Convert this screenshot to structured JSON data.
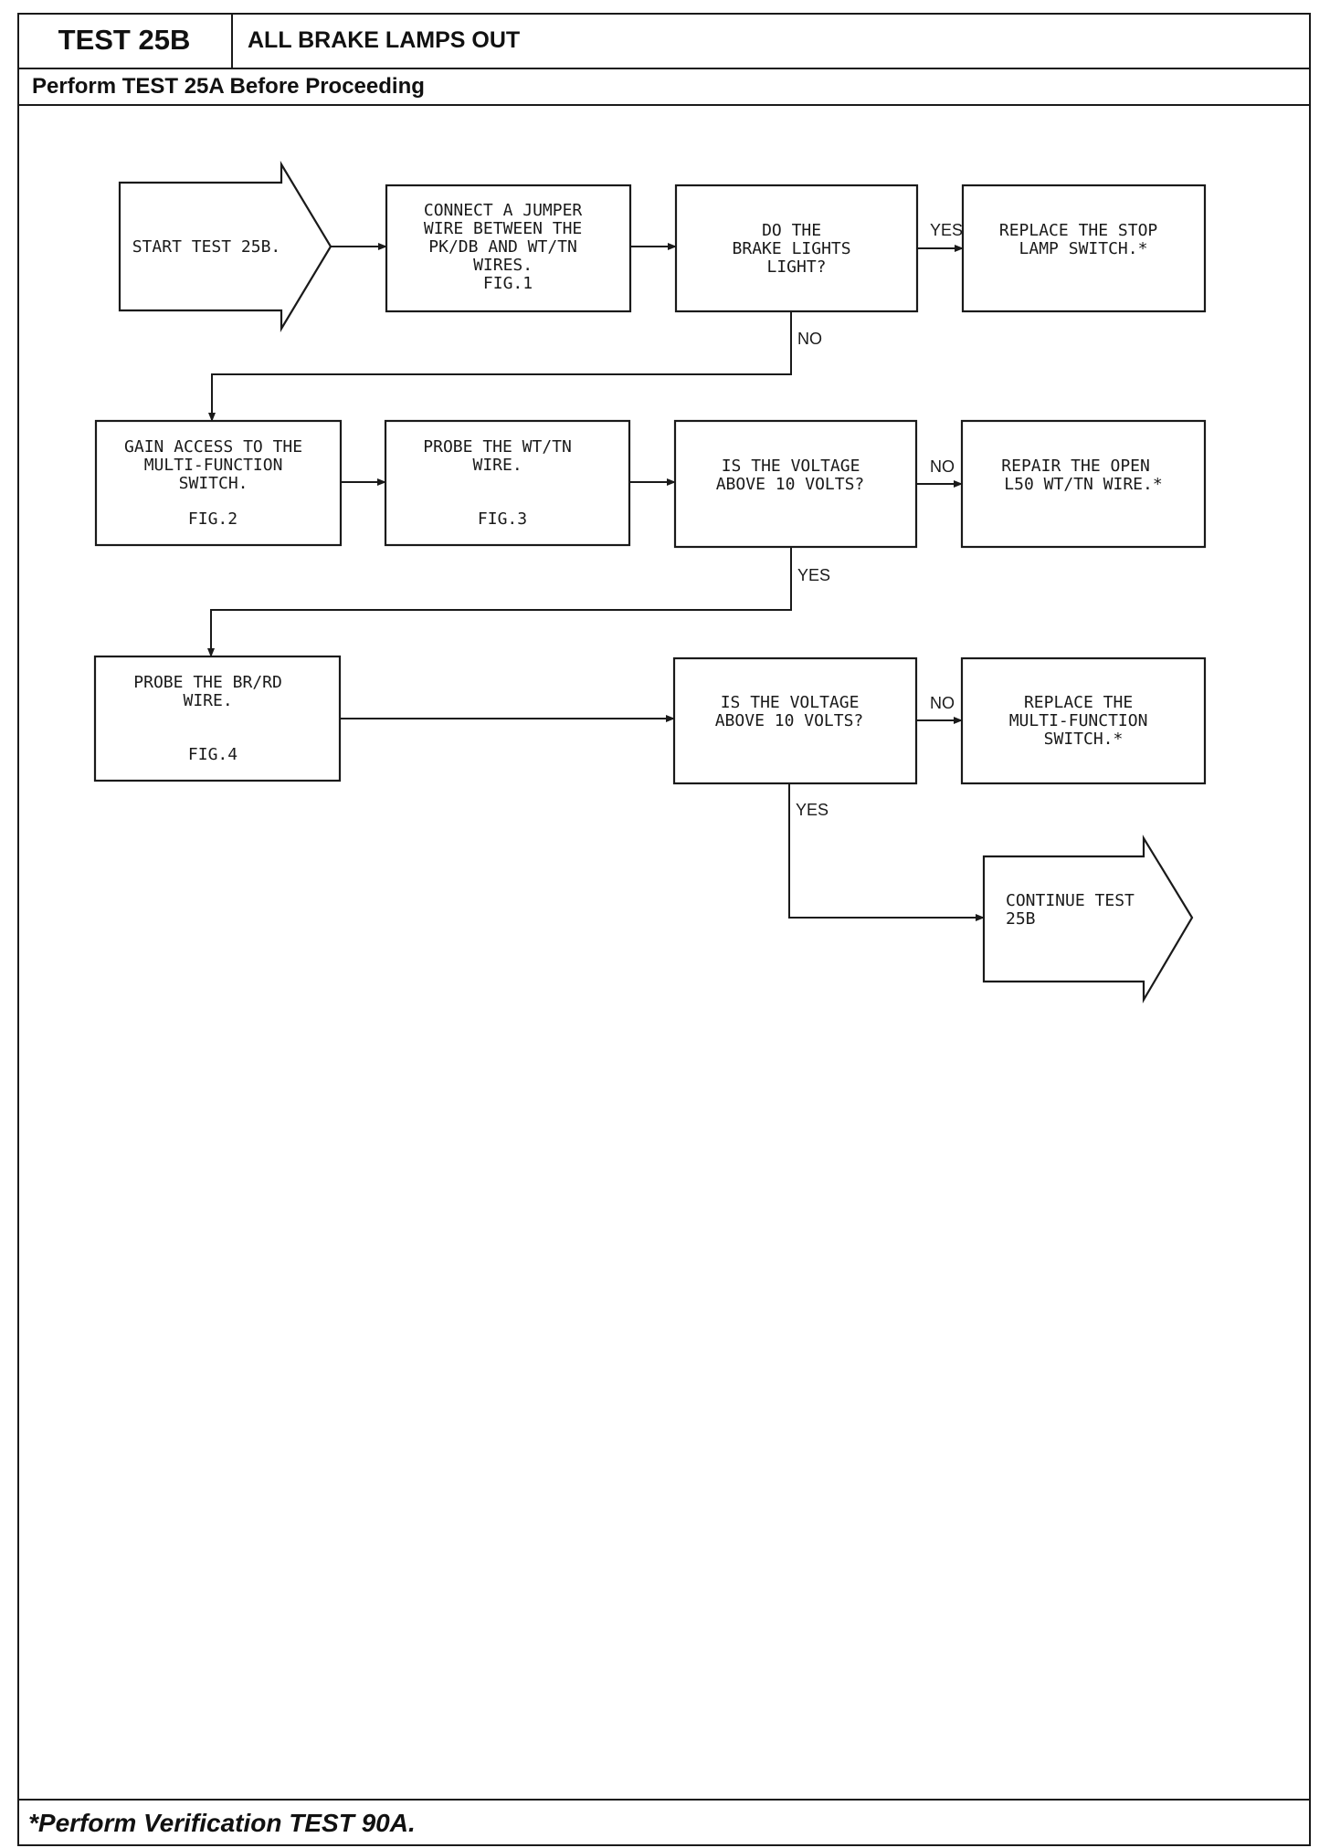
{
  "header": {
    "test_id": "TEST 25B",
    "title": "ALL BRAKE LAMPS OUT",
    "prerequisite": "Perform TEST 25A Before Proceeding"
  },
  "footer": {
    "note": "*Perform Verification TEST 90A."
  },
  "flowchart": {
    "start": {
      "lines": [
        "START TEST 25B."
      ]
    },
    "connect_jumper": {
      "lines": [
        "CONNECT A JUMPER",
        "WIRE BETWEEN THE",
        "PK/DB AND WT/TN",
        "WIRES.",
        "FIG.1"
      ]
    },
    "brake_lights_question": {
      "lines": [
        "DO THE",
        "BRAKE LIGHTS",
        "LIGHT?"
      ]
    },
    "replace_stop_lamp_switch": {
      "lines": [
        "REPLACE THE STOP",
        "LAMP SWITCH.*"
      ]
    },
    "gain_access": {
      "lines": [
        "GAIN ACCESS TO THE",
        "MULTI-FUNCTION",
        "SWITCH."
      ],
      "fig": "FIG.2"
    },
    "probe_wt_tn": {
      "lines": [
        "PROBE THE WT/TN",
        "WIRE."
      ],
      "fig": "FIG.3"
    },
    "voltage_question_1": {
      "lines": [
        "IS THE VOLTAGE",
        "ABOVE 10 VOLTS?"
      ]
    },
    "repair_open_wire": {
      "lines": [
        "REPAIR THE OPEN",
        "L50 WT/TN WIRE.*"
      ]
    },
    "probe_br_rd": {
      "lines": [
        "PROBE THE BR/RD",
        "WIRE."
      ],
      "fig": "FIG.4"
    },
    "voltage_question_2": {
      "lines": [
        "IS THE VOLTAGE",
        "ABOVE 10 VOLTS?"
      ]
    },
    "replace_multifunction_switch": {
      "lines": [
        "REPLACE THE",
        "MULTI-FUNCTION",
        "SWITCH.*"
      ]
    },
    "continue": {
      "lines": [
        "CONTINUE TEST",
        "25B"
      ]
    },
    "labels": {
      "q1_yes": "YES",
      "q1_no": "NO",
      "q2_no": "NO",
      "q2_yes": "YES",
      "q3_no": "NO",
      "q3_yes": "YES"
    }
  }
}
